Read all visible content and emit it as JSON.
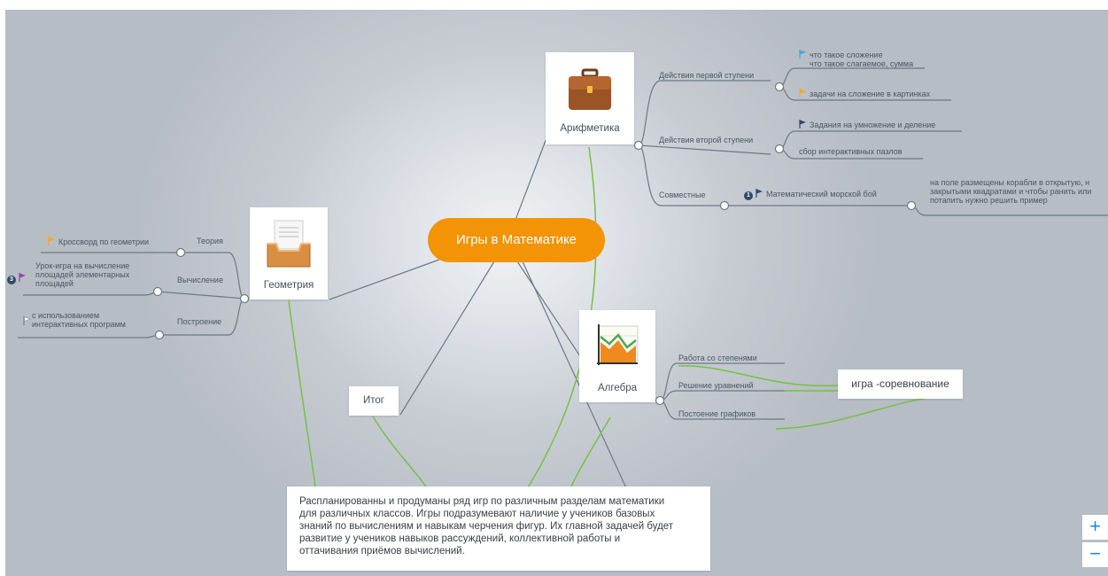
{
  "center": {
    "title": "Игры в Математике"
  },
  "arithmetic": {
    "title": "Арифметика",
    "branch1": {
      "label": "Действия первой ступени",
      "leaf1_line1": "что такое сложение",
      "leaf1_line2": "что такое слагаемое, сумма",
      "leaf2": "задачи на сложение в картинках"
    },
    "branch2": {
      "label": "Действия второй ступени",
      "leaf1": "Задания на умножение и деление",
      "leaf2": "сбор интерактивных пазлов"
    },
    "branch3": {
      "label": "Совместные",
      "leaf_badge": "1",
      "leaf": "Математический морской бой",
      "note_line1": "на поле размещены корабли в открытую, н",
      "note_line2": "закрытыми квадратами и чтобы ранить или",
      "note_line3": "потапить нужно решить пример"
    }
  },
  "geometry": {
    "title": "Геометрия",
    "theory": {
      "label": "Теория",
      "leaf": "Кроссворд по геометрии"
    },
    "calculation": {
      "label": "Вычисление",
      "leaf_badge": "3",
      "leaf_line1": "Урок-игра на вычисление",
      "leaf_line2": "площадей элементарных",
      "leaf_line3": "площадей"
    },
    "construction": {
      "label": "Построение",
      "leaf_line1": "с использованием",
      "leaf_line2": "интерактивных программ"
    }
  },
  "algebra": {
    "title": "Алгебра",
    "branch1": "Работа со степенями",
    "branch2": "Решение уравнений",
    "branch3": "Постоение графиков",
    "game": "игра -соревнование"
  },
  "summary": {
    "title": "Итог"
  },
  "note": {
    "line1": "Распланированны и продуманы ряд игр по различным разделам математики",
    "line2": "для различных классов. Игры подразумевают наличие у учеников базовых",
    "line3": "знаний по вычислениям и навыкам черчения фигур. Их главной задачей будет",
    "line4": "развитие у учеников навыков рассуждений, коллективной работы и",
    "line5": "оттачивания приёмов вычислений."
  },
  "zoom": {
    "in": "+",
    "out": "−"
  },
  "colors": {
    "center": "#f29406",
    "link": "#75c143",
    "line": "#6d7883",
    "flag_orange": "#f5a623",
    "flag_blue": "#4aa3df",
    "flag_purple": "#8e44ad",
    "flag_navy": "#2f4a6c"
  }
}
